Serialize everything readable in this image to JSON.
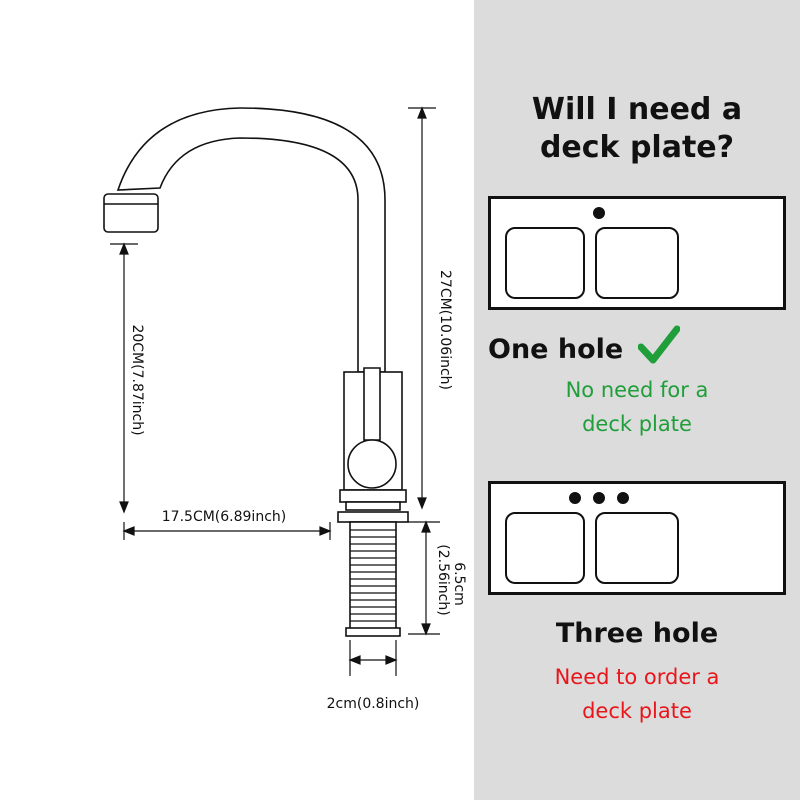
{
  "dimensions": {
    "total_height": "27CM(10.06inch)",
    "spout_height": "20CM(7.87inch)",
    "spout_reach": "17.5CM(6.89inch)",
    "shank_length_line1": "6.5cm",
    "shank_length_line2": "(2.56inch)",
    "shank_diameter": "2cm(0.8inch)"
  },
  "panel": {
    "title_line1": "Will I need a",
    "title_line2": "deck plate?",
    "one_hole": {
      "heading": "One hole",
      "note_line1": "No need for a",
      "note_line2": "deck plate",
      "icon": "check-icon",
      "note_color": "#1f9e3a",
      "check_color": "#1f9e3a"
    },
    "three_hole": {
      "heading": "Three hole",
      "note_line1": "Need to order a",
      "note_line2": "deck plate",
      "note_color": "#e8161b"
    }
  }
}
